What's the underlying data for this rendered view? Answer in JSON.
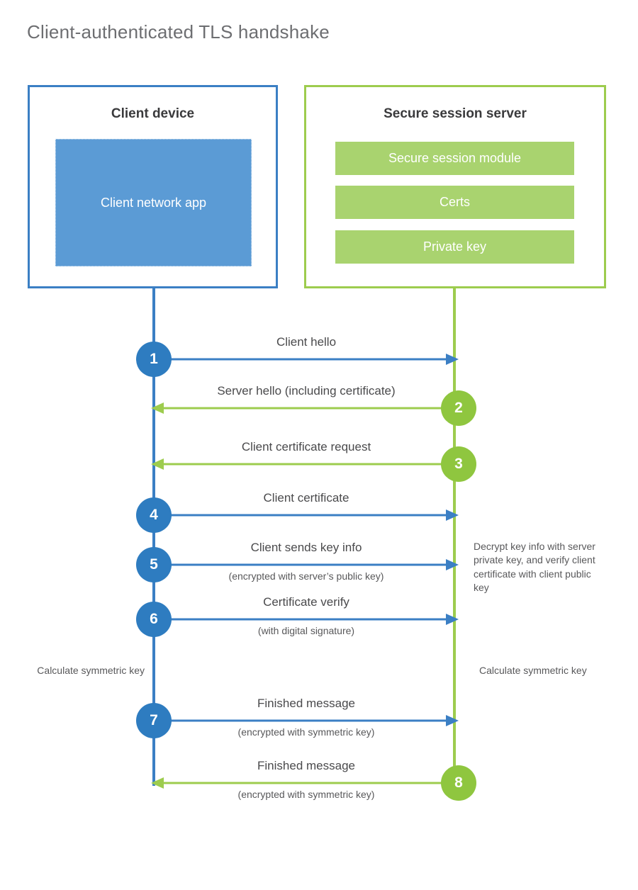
{
  "title": "Client-authenticated TLS handshake",
  "colors": {
    "client_accent": "#3b7fc4",
    "client_badge": "#2e7cc0",
    "client_app_fill": "#5b9bd5",
    "server_accent": "#9dcc4e",
    "server_badge": "#8fc63f",
    "server_bar_fill": "#a9d36f",
    "title_text": "#6d6e71",
    "body_text": "#4a4a4c"
  },
  "client": {
    "title": "Client device",
    "app_label": "Client network app"
  },
  "server": {
    "title": "Secure session server",
    "components": [
      "Secure session module",
      "Certs",
      "Private key"
    ]
  },
  "messages": [
    {
      "step": "1",
      "label": "Client hello",
      "sublabel": "",
      "direction": "client-to-server",
      "origin": "client"
    },
    {
      "step": "2",
      "label": "Server hello (including certificate)",
      "sublabel": "",
      "direction": "server-to-client",
      "origin": "server"
    },
    {
      "step": "3",
      "label": "Client certificate request",
      "sublabel": "",
      "direction": "server-to-client",
      "origin": "server"
    },
    {
      "step": "4",
      "label": "Client certificate",
      "sublabel": "",
      "direction": "client-to-server",
      "origin": "client"
    },
    {
      "step": "5",
      "label": "Client sends key info",
      "sublabel": "(encrypted with server’s public key)",
      "direction": "client-to-server",
      "origin": "client"
    },
    {
      "step": "6",
      "label": "Certificate verify",
      "sublabel": "(with digital signature)",
      "direction": "client-to-server",
      "origin": "client"
    },
    {
      "step": "7",
      "label": "Finished message",
      "sublabel": "(encrypted with symmetric key)",
      "direction": "client-to-server",
      "origin": "client"
    },
    {
      "step": "8",
      "label": "Finished message",
      "sublabel": "(encrypted with symmetric key)",
      "direction": "server-to-client",
      "origin": "server"
    }
  ],
  "notes": {
    "decrypt": "Decrypt key info with server private key, and verify client certificate with client public key",
    "calculate_client": "Calculate symmetric key",
    "calculate_server": "Calculate symmetric key"
  }
}
